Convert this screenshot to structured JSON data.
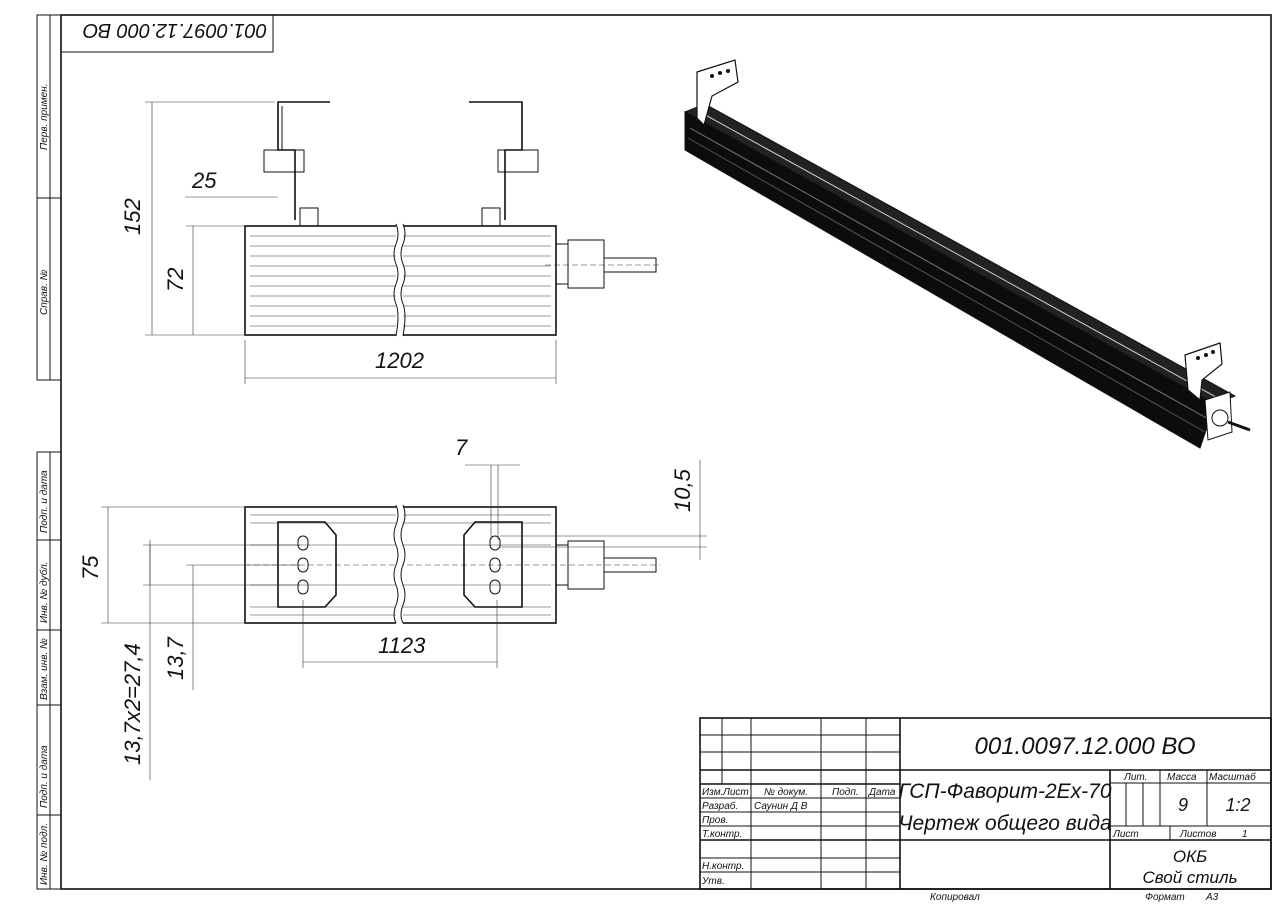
{
  "stamp_code": "001.0097.12.000 ВО",
  "margin_labels": {
    "perv_primen": "Перв. примен.",
    "sprav_no": "Справ. №",
    "podp_data_1": "Подп. и дата",
    "inv_dubl": "Инв. № дубл.",
    "vzam_inv": "Взам. инв. №",
    "podp_data_2": "Подп. и дата",
    "inv_podl": "Инв. № подл."
  },
  "dimensions": {
    "top_view": {
      "height_total": "152",
      "height_body": "72",
      "offset": "25",
      "length": "1202"
    },
    "bottom_view": {
      "width": "75",
      "slot": "7",
      "offset": "10,5",
      "spacing": "1123",
      "pitch": "13,7",
      "pitch_total": "13,7x2=27,4"
    }
  },
  "title_block": {
    "designation": "001.0097.12.000 ВО",
    "name_line1": "ГСП-Фаворит-2Ex-70",
    "name_line2": "Чертеж общего вида",
    "headers": {
      "izm": "Изм.",
      "list": "Лист",
      "doc_no": "№ докум.",
      "podp": "Подп.",
      "data": "Дата"
    },
    "roles": {
      "razrab": "Разраб.",
      "prov": "Пров.",
      "tkontr": "Т.контр.",
      "nkontr": "Н.контр.",
      "utv": "Утв."
    },
    "developer": "Саунин Д В",
    "lit_label": "Лит.",
    "mass_label": "Масса",
    "scale_label": "Масштаб",
    "mass": "9",
    "scale": "1:2",
    "sheet_label": "Лист",
    "sheets_label": "Листов",
    "sheets": "1",
    "org_line1": "ОКБ",
    "org_line2": "Свой стиль"
  },
  "footer": {
    "copied": "Копировал",
    "format_label": "Формат",
    "format": "А3"
  }
}
